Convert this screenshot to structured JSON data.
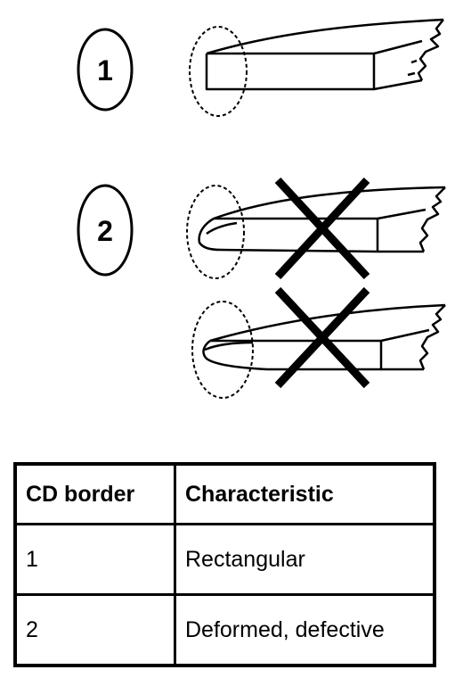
{
  "diagram": {
    "items": [
      {
        "label": "1",
        "crossed_out": false
      },
      {
        "label": "2",
        "crossed_out": true
      }
    ]
  },
  "table": {
    "headers": [
      "CD border",
      "Characteristic"
    ],
    "rows": [
      {
        "border": "1",
        "characteristic": "Rectangular"
      },
      {
        "border": "2",
        "characteristic": "Deformed, defective"
      }
    ]
  },
  "colors": {
    "ink": "#000000",
    "background": "#ffffff"
  }
}
